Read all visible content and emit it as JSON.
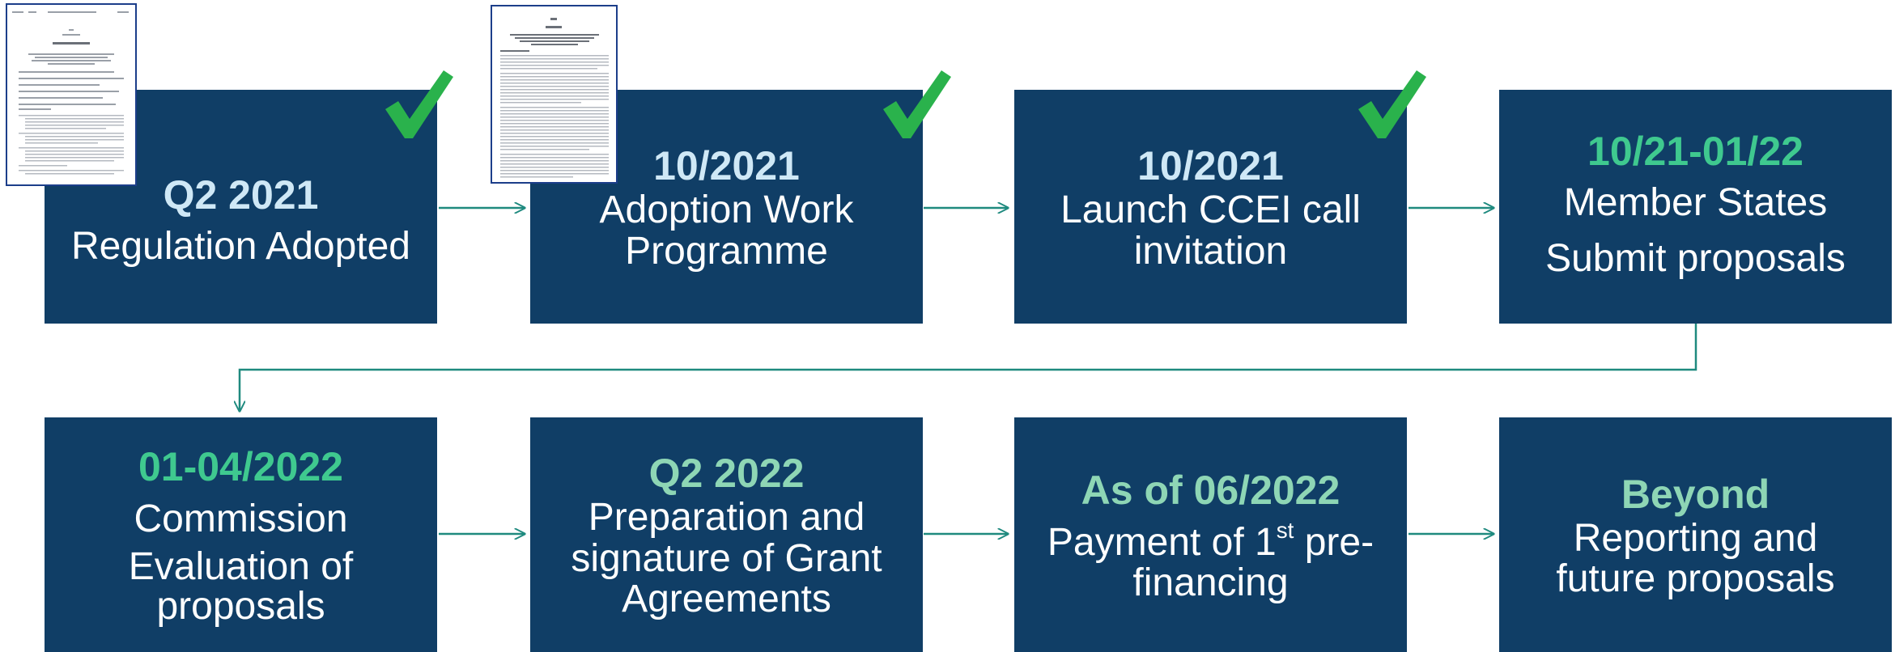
{
  "steps": [
    {
      "date": "Q2 2021",
      "lines": [
        "Regulation Adopted"
      ]
    },
    {
      "date": "10/2021",
      "lines": [
        "Adoption Work",
        "Programme"
      ]
    },
    {
      "date": "10/2021",
      "lines": [
        "Launch CCEI call",
        "invitation"
      ]
    },
    {
      "date": "10/21-01/22",
      "lines": [
        "Member States",
        "Submit proposals"
      ]
    },
    {
      "date": "01-04/2022",
      "lines": [
        "Commission",
        "Evaluation of",
        "proposals"
      ]
    },
    {
      "date": "Q2 2022",
      "lines": [
        "Preparation and",
        "signature of Grant",
        "Agreements"
      ]
    },
    {
      "date": "As of 06/2022",
      "line1_pre": "Payment of 1",
      "line1_sup": "st",
      "line1_post": " pre-",
      "line2": "financing"
    },
    {
      "date": "Beyond",
      "lines": [
        "Reporting and",
        "future proposals"
      ]
    }
  ],
  "colors": {
    "box": "#103e66",
    "arrow": "#1f8a7f",
    "check": "#2ab24c",
    "date_light": "#cfe8f6",
    "date_green": "#3fc98f",
    "date_mint": "#8ed6b5"
  },
  "icons": {
    "completed": "check-mark-icon",
    "document": "document-thumbnail-icon"
  }
}
